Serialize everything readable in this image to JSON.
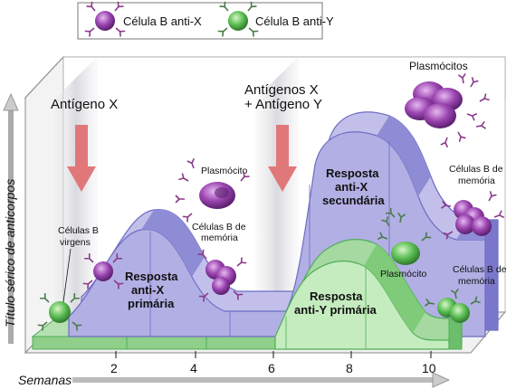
{
  "legend": {
    "anti_x": "Célula B anti-X",
    "anti_y": "Célula B anti-Y"
  },
  "antigen_x": "Antígeno X",
  "antigens_xy": [
    "Antígenos X",
    "+ Antígeno Y"
  ],
  "y_axis_label": "Título sérico de anticorpos",
  "x_axis_label": "Semanas",
  "x_ticks": [
    "2",
    "4",
    "6",
    "8",
    "10"
  ],
  "naive_label": [
    "Células B",
    "virgens"
  ],
  "plasma_cell_label": "Plasmócito",
  "plasma_cells_label": "Plasmócitos",
  "memory_label": [
    "Células B de",
    "memória"
  ],
  "plasma_cell_label_2": "Plasmócito",
  "memory_label_right_top": [
    "Células B de",
    "memória"
  ],
  "memory_label_right_bottom": [
    "Células B de",
    "memória"
  ],
  "resp_x_primary": [
    "Resposta",
    "anti-X",
    "primária"
  ],
  "resp_x_secondary": [
    "Resposta",
    "anti-X",
    "secundária"
  ],
  "resp_y_primary": [
    "Resposta",
    "anti-Y primária"
  ],
  "colors": {
    "purple_fill": "#b4b2e4",
    "purple_dark": "#6e6cc4",
    "green_fill": "#a9dca6",
    "green_dark": "#4fae58",
    "arrow": "#e0787a",
    "cell_purple": "#7a2f8e",
    "cell_green": "#3f9a3c"
  }
}
